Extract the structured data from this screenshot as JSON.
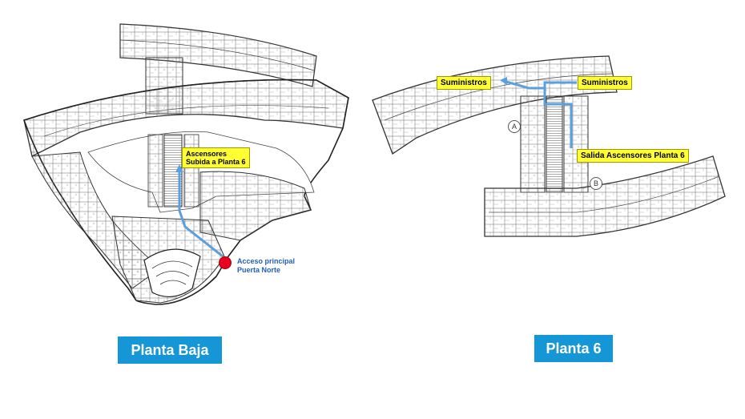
{
  "left_plan": {
    "callout_line1": "Ascensores",
    "callout_line2": "Subida a Planta 6",
    "entrance_line1": "Acceso principal",
    "entrance_line2": "Puerta Norte",
    "badge": "Planta Baja"
  },
  "right_plan": {
    "callout_supplies_left": "Suministros",
    "callout_supplies_right": "Suministros",
    "callout_exit": "Salida Ascensores Planta 6",
    "zone_a": "A",
    "zone_b": "B",
    "badge": "Planta 6"
  },
  "colors": {
    "route": "#5aa0df",
    "callout_fill": "#ffff33",
    "badge_fill": "#1596d6",
    "entrance_dot": "#e8001c",
    "entrance_text": "#1f5fbf"
  }
}
